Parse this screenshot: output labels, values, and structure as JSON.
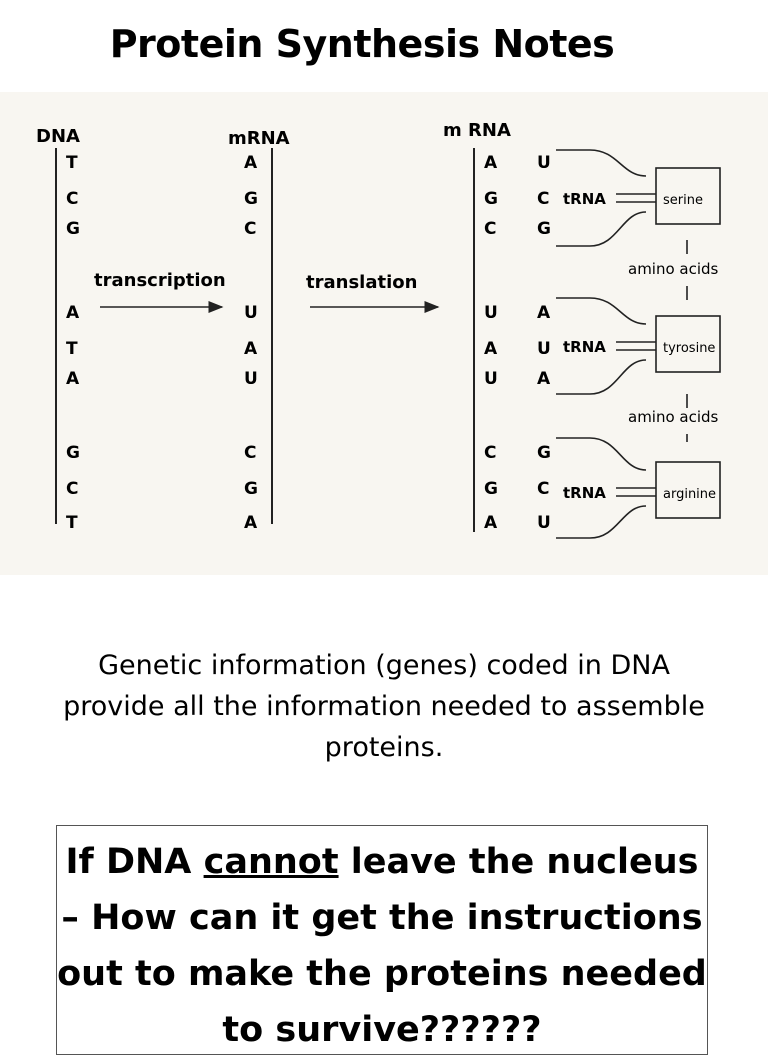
{
  "title": "Protein Synthesis Notes",
  "diagram": {
    "dna_label": "DNA",
    "mrna_label_1": "mRNA",
    "mrna_label_2": "m RNA",
    "transcription_label": "transcription",
    "translation_label": "translation",
    "dna_bases": [
      "T",
      "C",
      "G",
      "A",
      "T",
      "A",
      "G",
      "C",
      "T"
    ],
    "mrna_bases": [
      "A",
      "G",
      "C",
      "U",
      "A",
      "U",
      "C",
      "G",
      "A"
    ],
    "anticodon_bases": [
      "U",
      "C",
      "G",
      "A",
      "U",
      "A",
      "G",
      "C",
      "U"
    ],
    "trna_label": "tRNA",
    "amino_acids": [
      "serine",
      "tyrosine",
      "arginine"
    ],
    "link_label": "amino acids"
  },
  "description": "Genetic information (genes) coded in DNA provide all the information needed to assemble proteins.",
  "question": {
    "part1": "If DNA ",
    "emphasis": "cannot",
    "part2": " leave the nucleus – How can it get the instructions out to make the proteins needed to survive??????"
  }
}
